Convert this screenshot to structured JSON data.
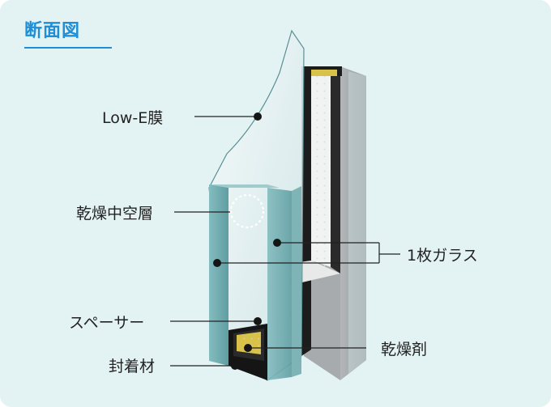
{
  "title": "断面図",
  "labels": {
    "low_e_film": "Low-E膜",
    "dry_air_layer": "乾燥中空層",
    "single_glass": "1枚ガラス",
    "spacer": "スペーサー",
    "sealant": "封着材",
    "desiccant": "乾燥剤"
  },
  "colors": {
    "accent": "#1e8fd6",
    "background": "#e3f3f4",
    "glass_edge": "#6ea9ad",
    "sealant": "#151515",
    "desiccant": "#d8c24a"
  }
}
